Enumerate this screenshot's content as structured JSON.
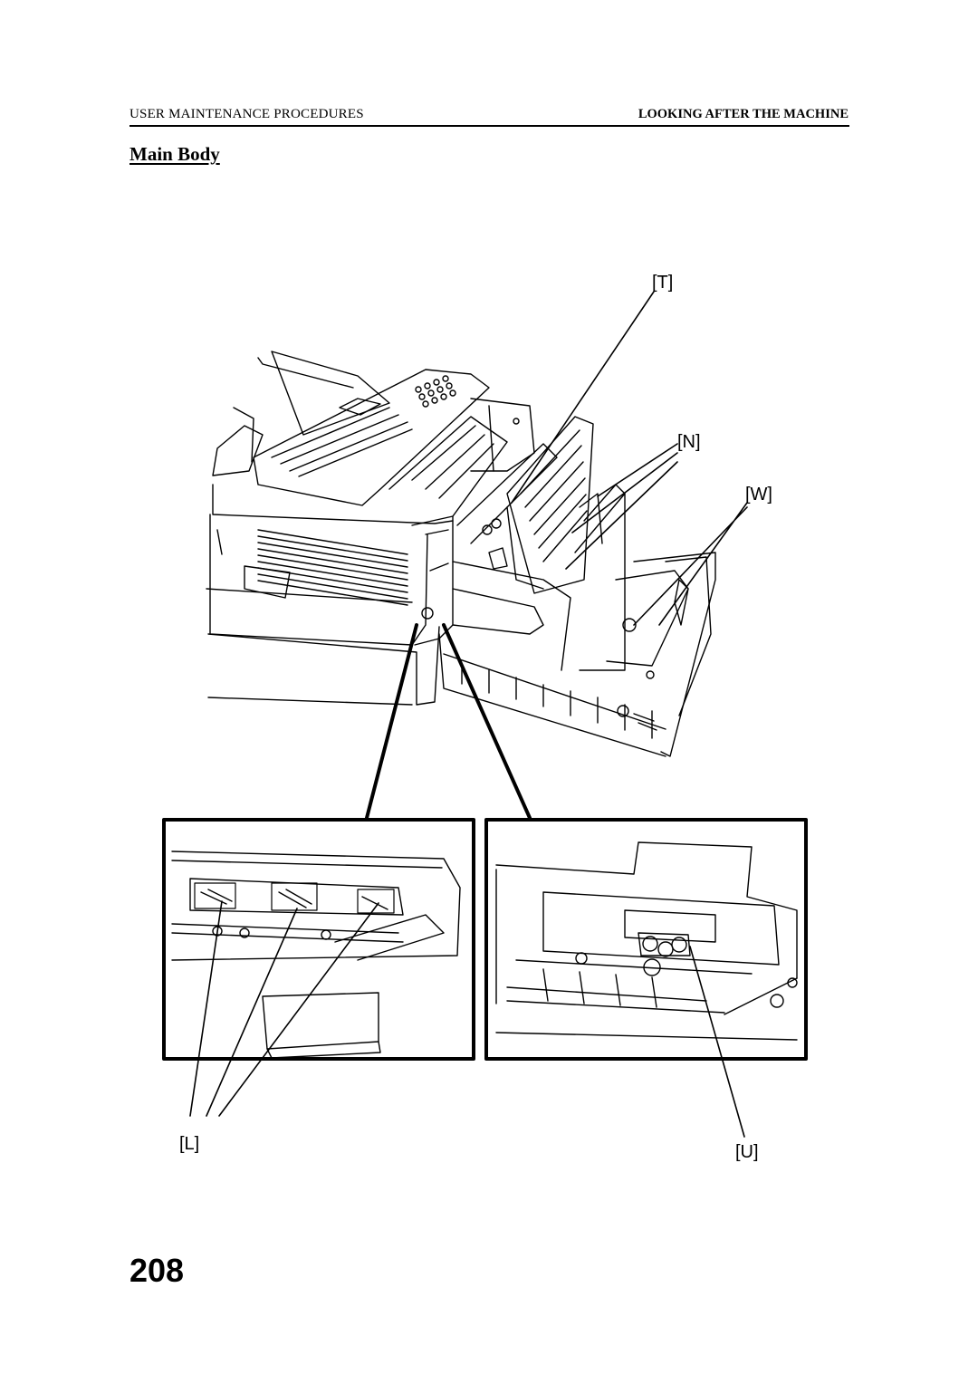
{
  "header": {
    "left": "USER MAINTENANCE PROCEDURES",
    "right": "LOOKING AFTER THE MACHINE"
  },
  "section_title": "Main Body",
  "callouts": {
    "t": "[T]",
    "n": "[N]",
    "w": "[W]",
    "l": "[L]",
    "u": "[U]"
  },
  "page_number": "208"
}
